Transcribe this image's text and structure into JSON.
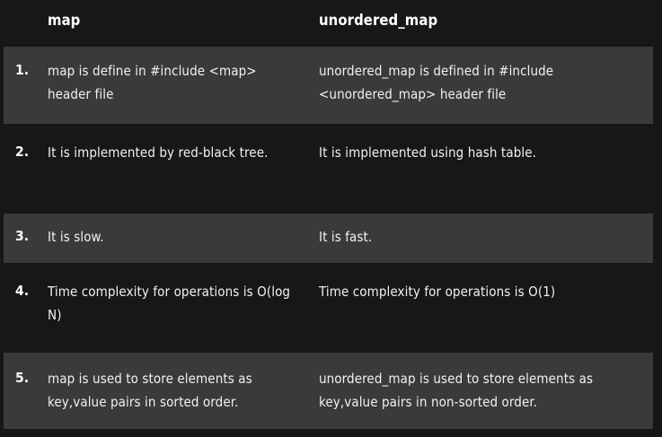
{
  "table": {
    "columns": [
      {
        "key": "num",
        "label": ""
      },
      {
        "key": "map",
        "label": "map"
      },
      {
        "key": "unordered_map",
        "label": "unordered_map"
      }
    ],
    "colors": {
      "page_background": "#151719",
      "row_alt_background": "#3a3a3a",
      "row_plain_background": "#151719",
      "header_text": "#ffffff",
      "body_text": "#f1f1f1"
    },
    "rows": [
      {
        "number": "1.",
        "map": "map is define in  #include <map> header file",
        "unordered_map": "unordered_map is defined in #include <unordered_map> header file"
      },
      {
        "number": "2.",
        "map": "It is implemented by red-black tree.",
        "unordered_map": "It is implemented using hash table."
      },
      {
        "number": "3.",
        "map": "It is slow.",
        "unordered_map": "It is fast."
      },
      {
        "number": "4.",
        "map": "Time complexity for operations is O(log N)",
        "unordered_map": "Time complexity for operations is O(1)"
      },
      {
        "number": "5.",
        "map": "map is used to store elements as key,value pairs in sorted order.",
        "unordered_map": "unordered_map is used to store elements as key,value pairs in non-sorted order."
      }
    ]
  }
}
